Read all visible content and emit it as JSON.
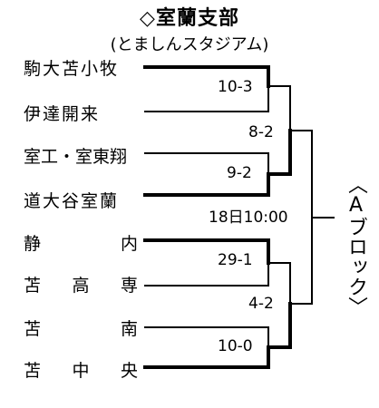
{
  "header": {
    "title": "◇室蘭支部",
    "venue": "(とましんスタジアム)"
  },
  "teams": [
    {
      "name": "駒大苫小牧",
      "chars": []
    },
    {
      "name": "伊達開来",
      "chars": []
    },
    {
      "name": "室工・室東翔",
      "chars": []
    },
    {
      "name": "道大谷室蘭",
      "chars": []
    },
    {
      "name": "静内",
      "chars": [
        "静",
        "内"
      ]
    },
    {
      "name": "苫高専",
      "chars": [
        "苫",
        "高",
        "専"
      ]
    },
    {
      "name": "苫南",
      "chars": [
        "苫",
        "南"
      ]
    },
    {
      "name": "苫中央",
      "chars": [
        "苫",
        "中",
        "央"
      ]
    }
  ],
  "scores": {
    "r1_match1": "10-3",
    "r1_match2": "9-2",
    "r1_match3": "29-1",
    "r1_match4": "10-0",
    "semi_top": "8-2",
    "semi_bottom": "4-2",
    "final_time": "18日10:00"
  },
  "block_label": "〈Aブロック〉"
}
